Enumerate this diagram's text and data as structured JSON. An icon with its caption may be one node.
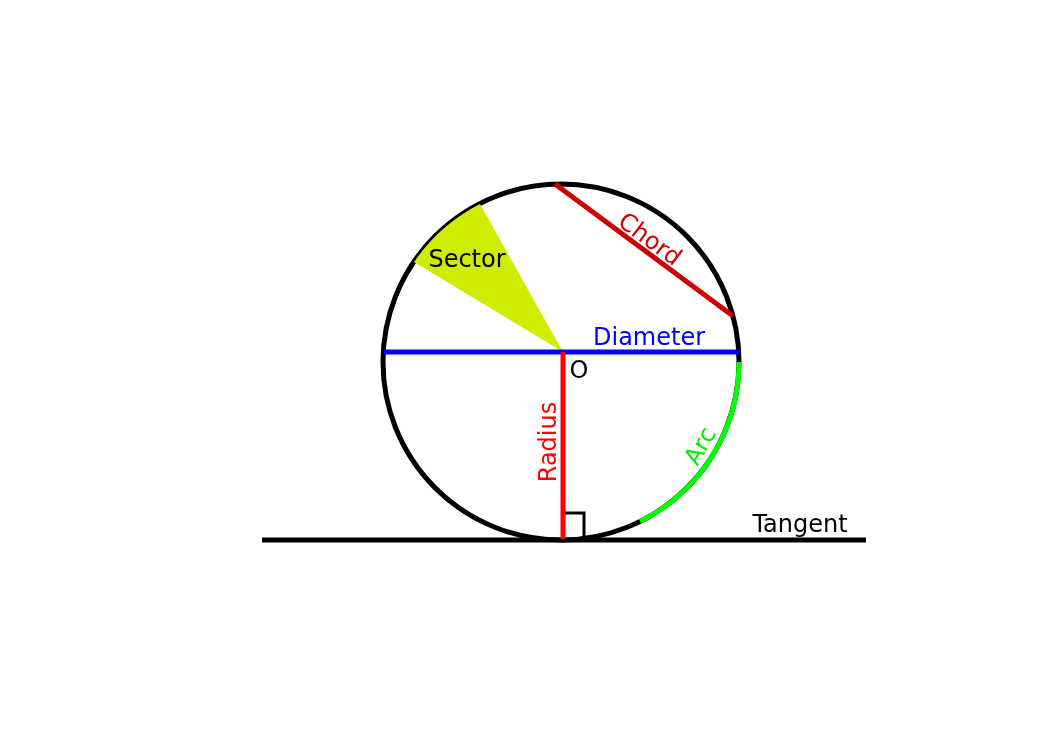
{
  "diagram": {
    "labels": [
      "Chord",
      "Sector",
      "Diameter",
      "O",
      "Radius",
      "Arc",
      "Tangent"
    ]
  }
}
